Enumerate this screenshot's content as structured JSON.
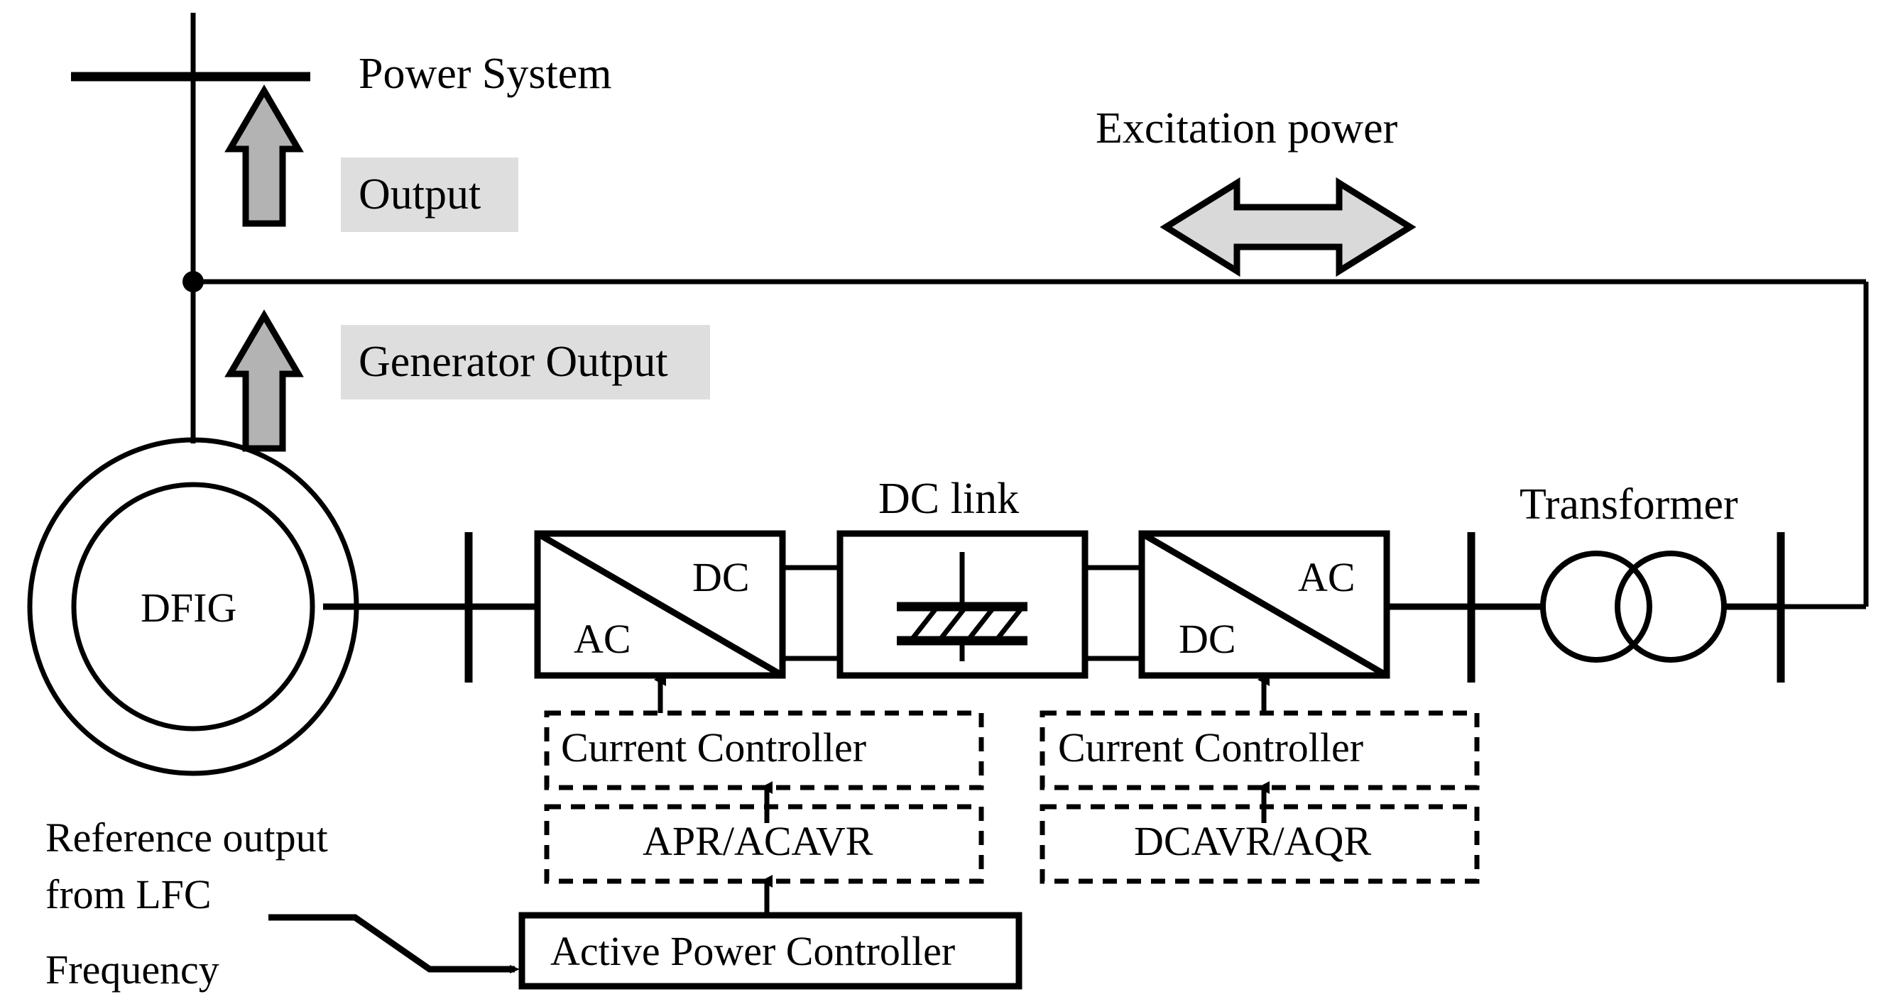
{
  "diagram": {
    "title_labels": {
      "power_system": "Power System",
      "excitation_power": "Excitation power",
      "dc_link": "DC link",
      "transformer": "Transformer"
    },
    "flow_labels": {
      "output": "Output",
      "generator_output": "Generator Output"
    },
    "machine": {
      "name": "DFIG"
    },
    "converters": {
      "left": {
        "top_right": "DC",
        "bottom_left": "AC"
      },
      "right": {
        "top_right": "AC",
        "bottom_left": "DC"
      }
    },
    "controllers": {
      "left_current": "Current Controller",
      "left_regulator": "APR/ACAVR",
      "right_current": "Current Controller",
      "right_regulator": "DCAVR/AQR",
      "active_power": "Active Power Controller"
    },
    "inputs": {
      "reference_line1": "Reference  output",
      "reference_line2": "from LFC",
      "frequency": "Frequency"
    },
    "colors": {
      "line": "#000000",
      "highlight_box": "#dedede",
      "arrow_fill_dark": "#b3b3b3",
      "arrow_fill_light": "#d9d9d9",
      "background": "#ffffff"
    },
    "icons": {
      "up_arrow_output": "up-arrow-icon",
      "up_arrow_generator": "up-arrow-icon",
      "bidirectional_arrow": "double-headed-arrow-icon",
      "capacitor": "capacitor-icon",
      "transformer": "two-winding-transformer-icon",
      "busbar": "busbar-icon",
      "junction": "junction-dot-icon"
    }
  }
}
